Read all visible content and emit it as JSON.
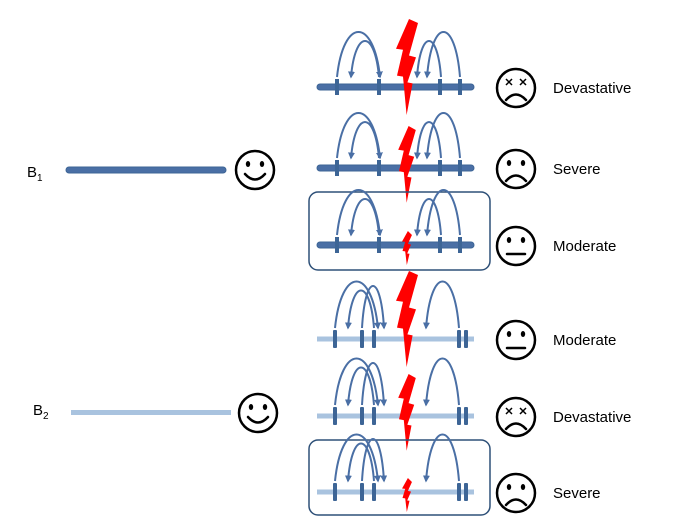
{
  "baselines": [
    {
      "label": "B",
      "subscript": "1",
      "face": "smile"
    },
    {
      "label": "B",
      "subscript": "2",
      "face": "smile"
    }
  ],
  "rows": [
    {
      "severity": "Devastative",
      "face": "dead",
      "group": 1,
      "boxed": false,
      "bolt": "large"
    },
    {
      "severity": "Severe",
      "face": "frown",
      "group": 1,
      "boxed": false,
      "bolt": "medium"
    },
    {
      "severity": "Moderate",
      "face": "neutral",
      "group": 1,
      "boxed": true,
      "bolt": "small"
    },
    {
      "severity": "Moderate",
      "face": "neutral",
      "group": 2,
      "boxed": false,
      "bolt": "large"
    },
    {
      "severity": "Devastative",
      "face": "dead",
      "group": 2,
      "boxed": false,
      "bolt": "medium"
    },
    {
      "severity": "Severe",
      "face": "frown",
      "group": 2,
      "boxed": true,
      "bolt": "small"
    }
  ],
  "colors": {
    "chromosome_1": "#4a6fa5",
    "chromosome_2": "#a9c3df",
    "marker": "#3d6596",
    "arrow": "#4a6fa5",
    "bolt": "#ff0000",
    "box_border": "#2e5078",
    "face": "#000000"
  }
}
